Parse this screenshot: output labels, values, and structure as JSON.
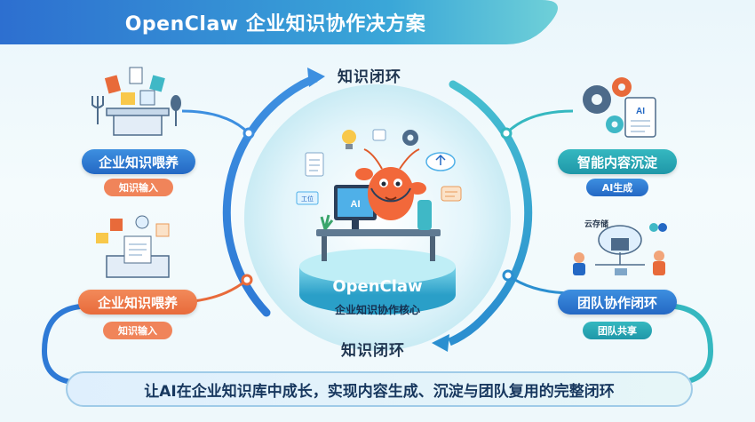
{
  "title": "OpenClaw 企业知识协作决方案",
  "loop_label_top": "知识闭环",
  "loop_label_bottom": "知识闭环",
  "core": {
    "title": "OpenClaw",
    "subtitle": "企业知识协作核心",
    "sign_text": "工位",
    "screen_text": "AI"
  },
  "nodes": {
    "top_left": {
      "label": "企业知识喂养",
      "sub": "知识输入"
    },
    "bottom_left": {
      "label": "企业知识喂养",
      "sub": "知识输入"
    },
    "top_right": {
      "label": "智能内容沉淀",
      "sub": "AI生成",
      "doc_text": "AI"
    },
    "bottom_right": {
      "label": "团队协作闭环",
      "sub": "团队共享",
      "cloud_text": "云存储"
    }
  },
  "footer": "让AI在企业知识库中成长，实现内容生成、沉淀与团队复用的完整闭环",
  "colors": {
    "blue": "#2468c4",
    "orange": "#e86a3a",
    "teal": "#1f97a8",
    "navy": "#17375e"
  }
}
